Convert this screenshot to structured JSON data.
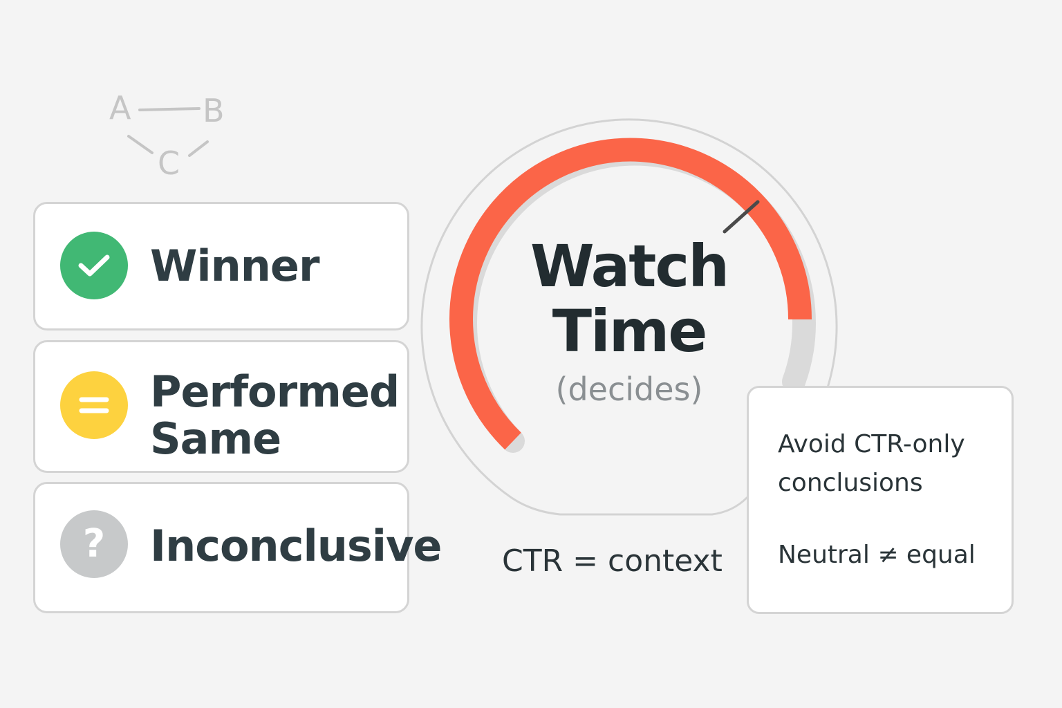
{
  "diagram": {
    "abc": {
      "a": "A",
      "b": "B",
      "c": "C"
    },
    "statuses": [
      {
        "label": "Winner",
        "icon": "check-icon",
        "color": "#41b874"
      },
      {
        "label": "Performed Same",
        "icon": "equals-icon",
        "color": "#fdd23f"
      },
      {
        "label": "Inconclusive",
        "icon": "question-icon",
        "color": "#c7c9ca",
        "glyph": "?"
      }
    ],
    "gauge": {
      "title_line1": "Watch",
      "title_line2": "Time",
      "subtitle": "(decides)",
      "accent_color": "#fb6548",
      "track_color": "#dadada"
    },
    "ctr_caption": "CTR = context",
    "note": {
      "line1": "Avoid CTR-only",
      "line2": "conclusions",
      "line3": "Neutral ≠ equal"
    }
  }
}
